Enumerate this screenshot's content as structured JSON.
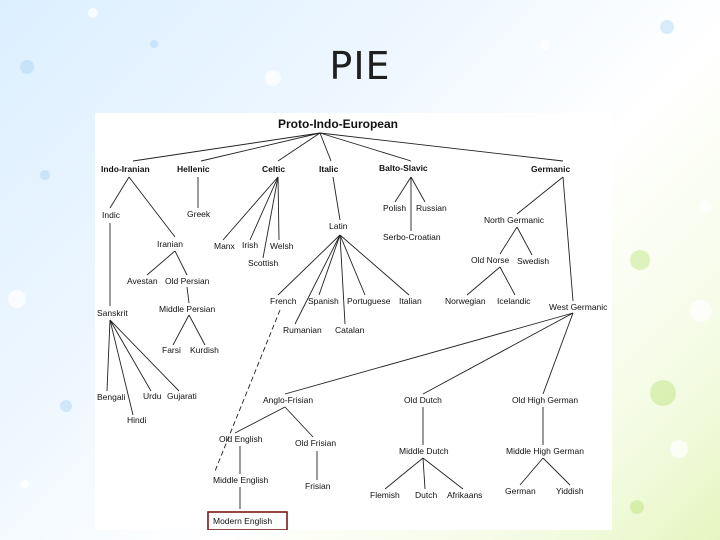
{
  "slide": {
    "title": "PIE"
  },
  "tree": {
    "root": "Proto-Indo-European",
    "branches": {
      "indo_iranian": "Indo-Iranian",
      "hellenic": "Hellenic",
      "celtic": "Celtic",
      "italic": "Italic",
      "balto_slavic": "Balto-Slavic",
      "germanic": "Germanic"
    },
    "languages": {
      "indic": "Indic",
      "greek": "Greek",
      "iranian": "Iranian",
      "manx": "Manx",
      "irish": "Irish",
      "welsh": "Welsh",
      "scottish": "Scottish",
      "latin": "Latin",
      "polish": "Polish",
      "russian": "Russian",
      "serbo_croatian": "Serbo-Croatian",
      "north_germanic": "North Germanic",
      "old_norse": "Old Norse",
      "swedish": "Swedish",
      "norwegian": "Norwegian",
      "icelandic": "Icelandic",
      "avestan": "Avestan",
      "old_persian": "Old Persian",
      "middle_persian": "Middle Persian",
      "farsi": "Farsi",
      "kurdish": "Kurdish",
      "sanskrit": "Sanskrit",
      "bengali": "Bengali",
      "urdu": "Urdu",
      "gujarati": "Gujarati",
      "hindi": "Hindi",
      "french": "French",
      "spanish": "Spanish",
      "portuguese": "Portuguese",
      "italian": "Italian",
      "rumanian": "Rumanian",
      "catalan": "Catalan",
      "west_germanic": "West Germanic",
      "anglo_frisian": "Anglo-Frisian",
      "old_dutch": "Old Dutch",
      "old_high_german": "Old High German",
      "old_english": "Old English",
      "old_frisian": "Old Frisian",
      "middle_english": "Middle English",
      "frisian": "Frisian",
      "middle_dutch": "Middle Dutch",
      "middle_high_german": "Middle High German",
      "flemish": "Flemish",
      "dutch": "Dutch",
      "afrikaans": "Afrikaans",
      "german": "German",
      "yiddish": "Yiddish",
      "modern_english": "Modern English"
    }
  },
  "colors": {
    "highlight_box": "#7a1a1a",
    "edge": "#222222"
  }
}
